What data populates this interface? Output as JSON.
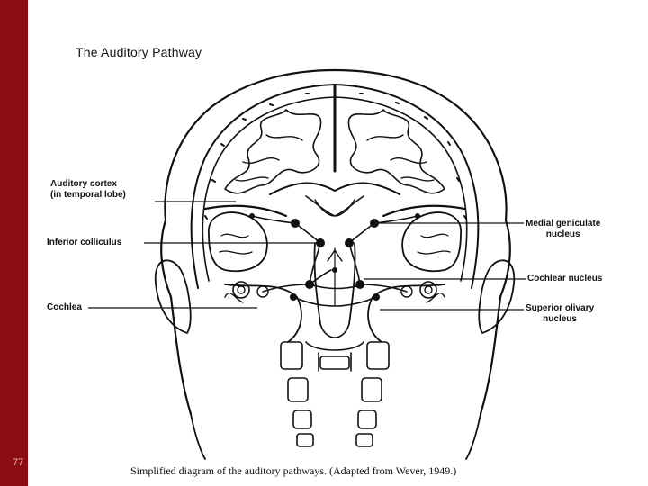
{
  "slide": {
    "number": "77",
    "accent_color": "#8b0d12"
  },
  "figure": {
    "title": "The Auditory Pathway",
    "caption": "Simplified diagram of the auditory pathways. (Adapted from Wever, 1949.)"
  },
  "labels": {
    "auditory_cortex_line1": "Auditory cortex",
    "auditory_cortex_line2": "(in temporal lobe)",
    "inferior_colliculus": "Inferior colliculus",
    "cochlea": "Cochlea",
    "medial_geniculate_line1": "Medial geniculate",
    "medial_geniculate_line2": "nucleus",
    "cochlear_nucleus": "Cochlear nucleus",
    "superior_olivary_line1": "Superior olivary",
    "superior_olivary_line2": "nucleus"
  }
}
